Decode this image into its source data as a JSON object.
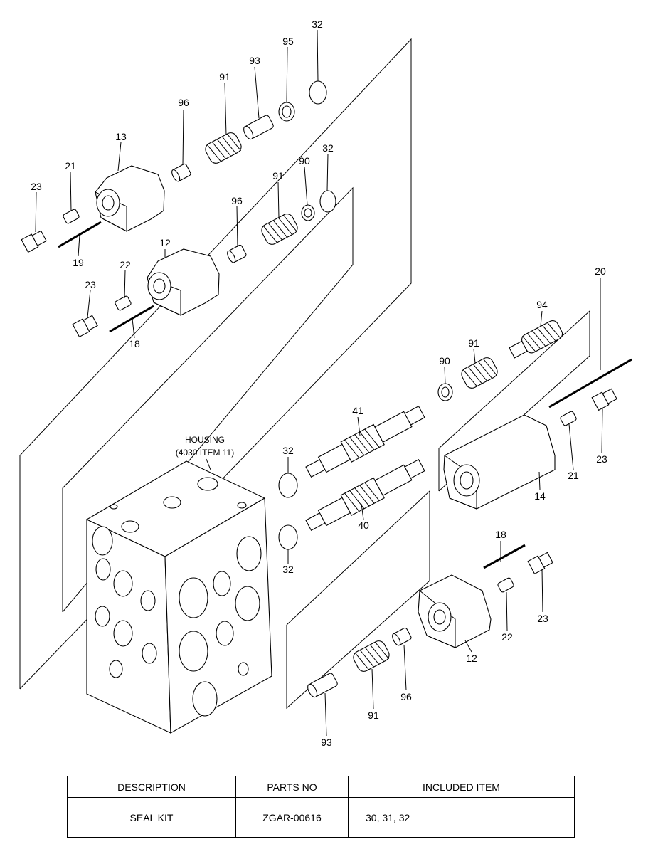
{
  "diagram": {
    "housing_label_line1": "HOUSING",
    "housing_label_line2": "(4030 ITEM 11)",
    "callouts": [
      "32",
      "95",
      "93",
      "91",
      "96",
      "13",
      "21",
      "23",
      "19",
      "32",
      "90",
      "91",
      "96",
      "12",
      "22",
      "23",
      "18",
      "20",
      "94",
      "91",
      "90",
      "41",
      "32",
      "32",
      "40",
      "14",
      "21",
      "23",
      "18",
      "23",
      "22",
      "12",
      "96",
      "91",
      "93"
    ]
  },
  "table": {
    "headers": [
      "DESCRIPTION",
      "PARTS NO",
      "INCLUDED ITEM"
    ],
    "rows": [
      {
        "description": "SEAL KIT",
        "parts_no": "ZGAR-00616",
        "included_item": "30, 31, 32"
      }
    ]
  }
}
